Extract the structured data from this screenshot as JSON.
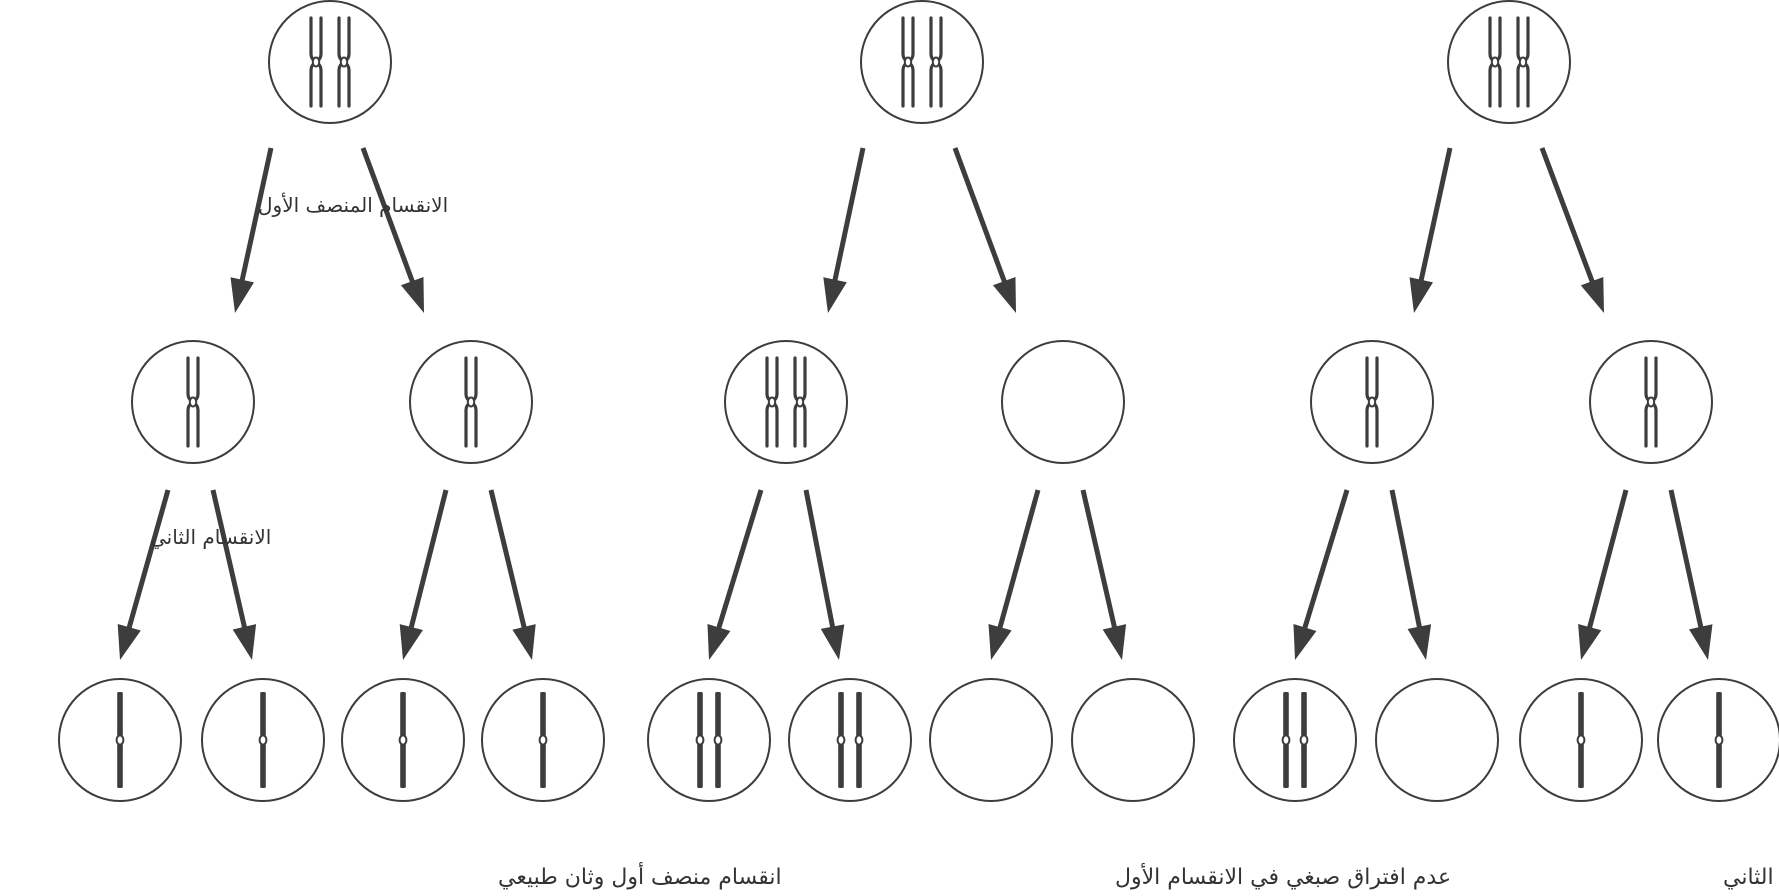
{
  "colors": {
    "stroke": "#3d3d3d",
    "text": "#333333",
    "background": "#ffffff"
  },
  "stage_labels": {
    "meiosis_1": "الانقسام المنصف الأول",
    "meiosis_2": "الانقسام الثاني"
  },
  "scenarios": [
    {
      "caption": "انقسام منصف أول وثان  طبيعي",
      "parent": {
        "chromosomes": 2
      },
      "daughters": [
        {
          "chromosomes": 1
        },
        {
          "chromosomes": 1
        }
      ],
      "gametes": [
        {
          "chromatids": 1
        },
        {
          "chromatids": 1
        },
        {
          "chromatids": 1
        },
        {
          "chromatids": 1
        }
      ]
    },
    {
      "caption": "عدم افتراق صبغي في الانقسام الأول",
      "parent": {
        "chromosomes": 2
      },
      "daughters": [
        {
          "chromosomes": 2
        },
        {
          "chromosomes": 0
        }
      ],
      "gametes": [
        {
          "chromatids": 2
        },
        {
          "chromatids": 2
        },
        {
          "chromatids": 0
        },
        {
          "chromatids": 0
        }
      ]
    },
    {
      "caption": "عدم افتراق صبغي في الانقسام الثاني",
      "parent": {
        "chromosomes": 2
      },
      "daughters": [
        {
          "chromosomes": 1
        },
        {
          "chromosomes": 1
        }
      ],
      "gametes": [
        {
          "chromatids": 2
        },
        {
          "chromatids": 0
        },
        {
          "chromatids": 1
        },
        {
          "chromatids": 1
        }
      ]
    }
  ]
}
